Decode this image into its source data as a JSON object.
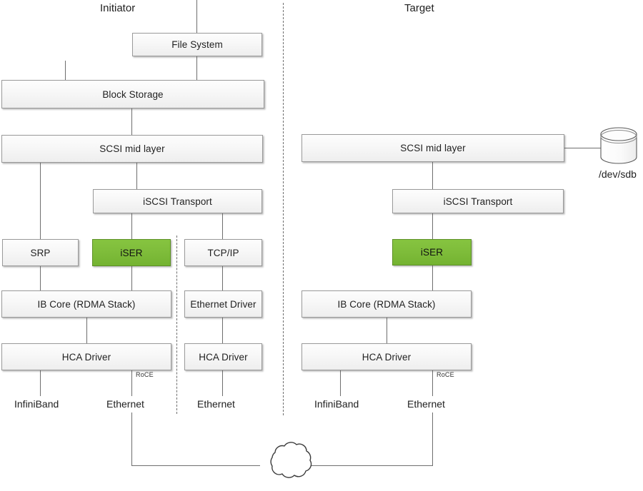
{
  "diagram": {
    "title_initiator": "Initiator",
    "title_target": "Target",
    "storage_device_label": "/dev/sdb",
    "accent_green": "#7ebc3a",
    "box_border": "#9a9a9a",
    "line_color": "#6e6e6e"
  },
  "initiator": {
    "file_system": "File System",
    "block_storage": "Block Storage",
    "scsi_mid_layer": "SCSI mid layer",
    "iscsi_transport": "iSCSI Transport",
    "srp": "SRP",
    "iser": "iSER",
    "tcp_ip": "TCP/IP",
    "ib_core": "IB Core (RDMA Stack)",
    "ethernet_driver": "Ethernet Driver",
    "hca_driver_ib": "HCA Driver",
    "hca_driver_eth": "HCA Driver",
    "roce": "RoCE",
    "net_infiniband": "InfiniBand",
    "net_ethernet_roce": "Ethernet",
    "net_ethernet_tcp": "Ethernet"
  },
  "target": {
    "scsi_mid_layer": "SCSI mid layer",
    "iscsi_transport": "iSCSI Transport",
    "iser": "iSER",
    "ib_core": "IB Core (RDMA Stack)",
    "hca_driver": "HCA Driver",
    "roce": "RoCE",
    "net_infiniband": "InfiniBand",
    "net_ethernet": "Ethernet"
  },
  "network": {
    "cloud_label": ""
  }
}
